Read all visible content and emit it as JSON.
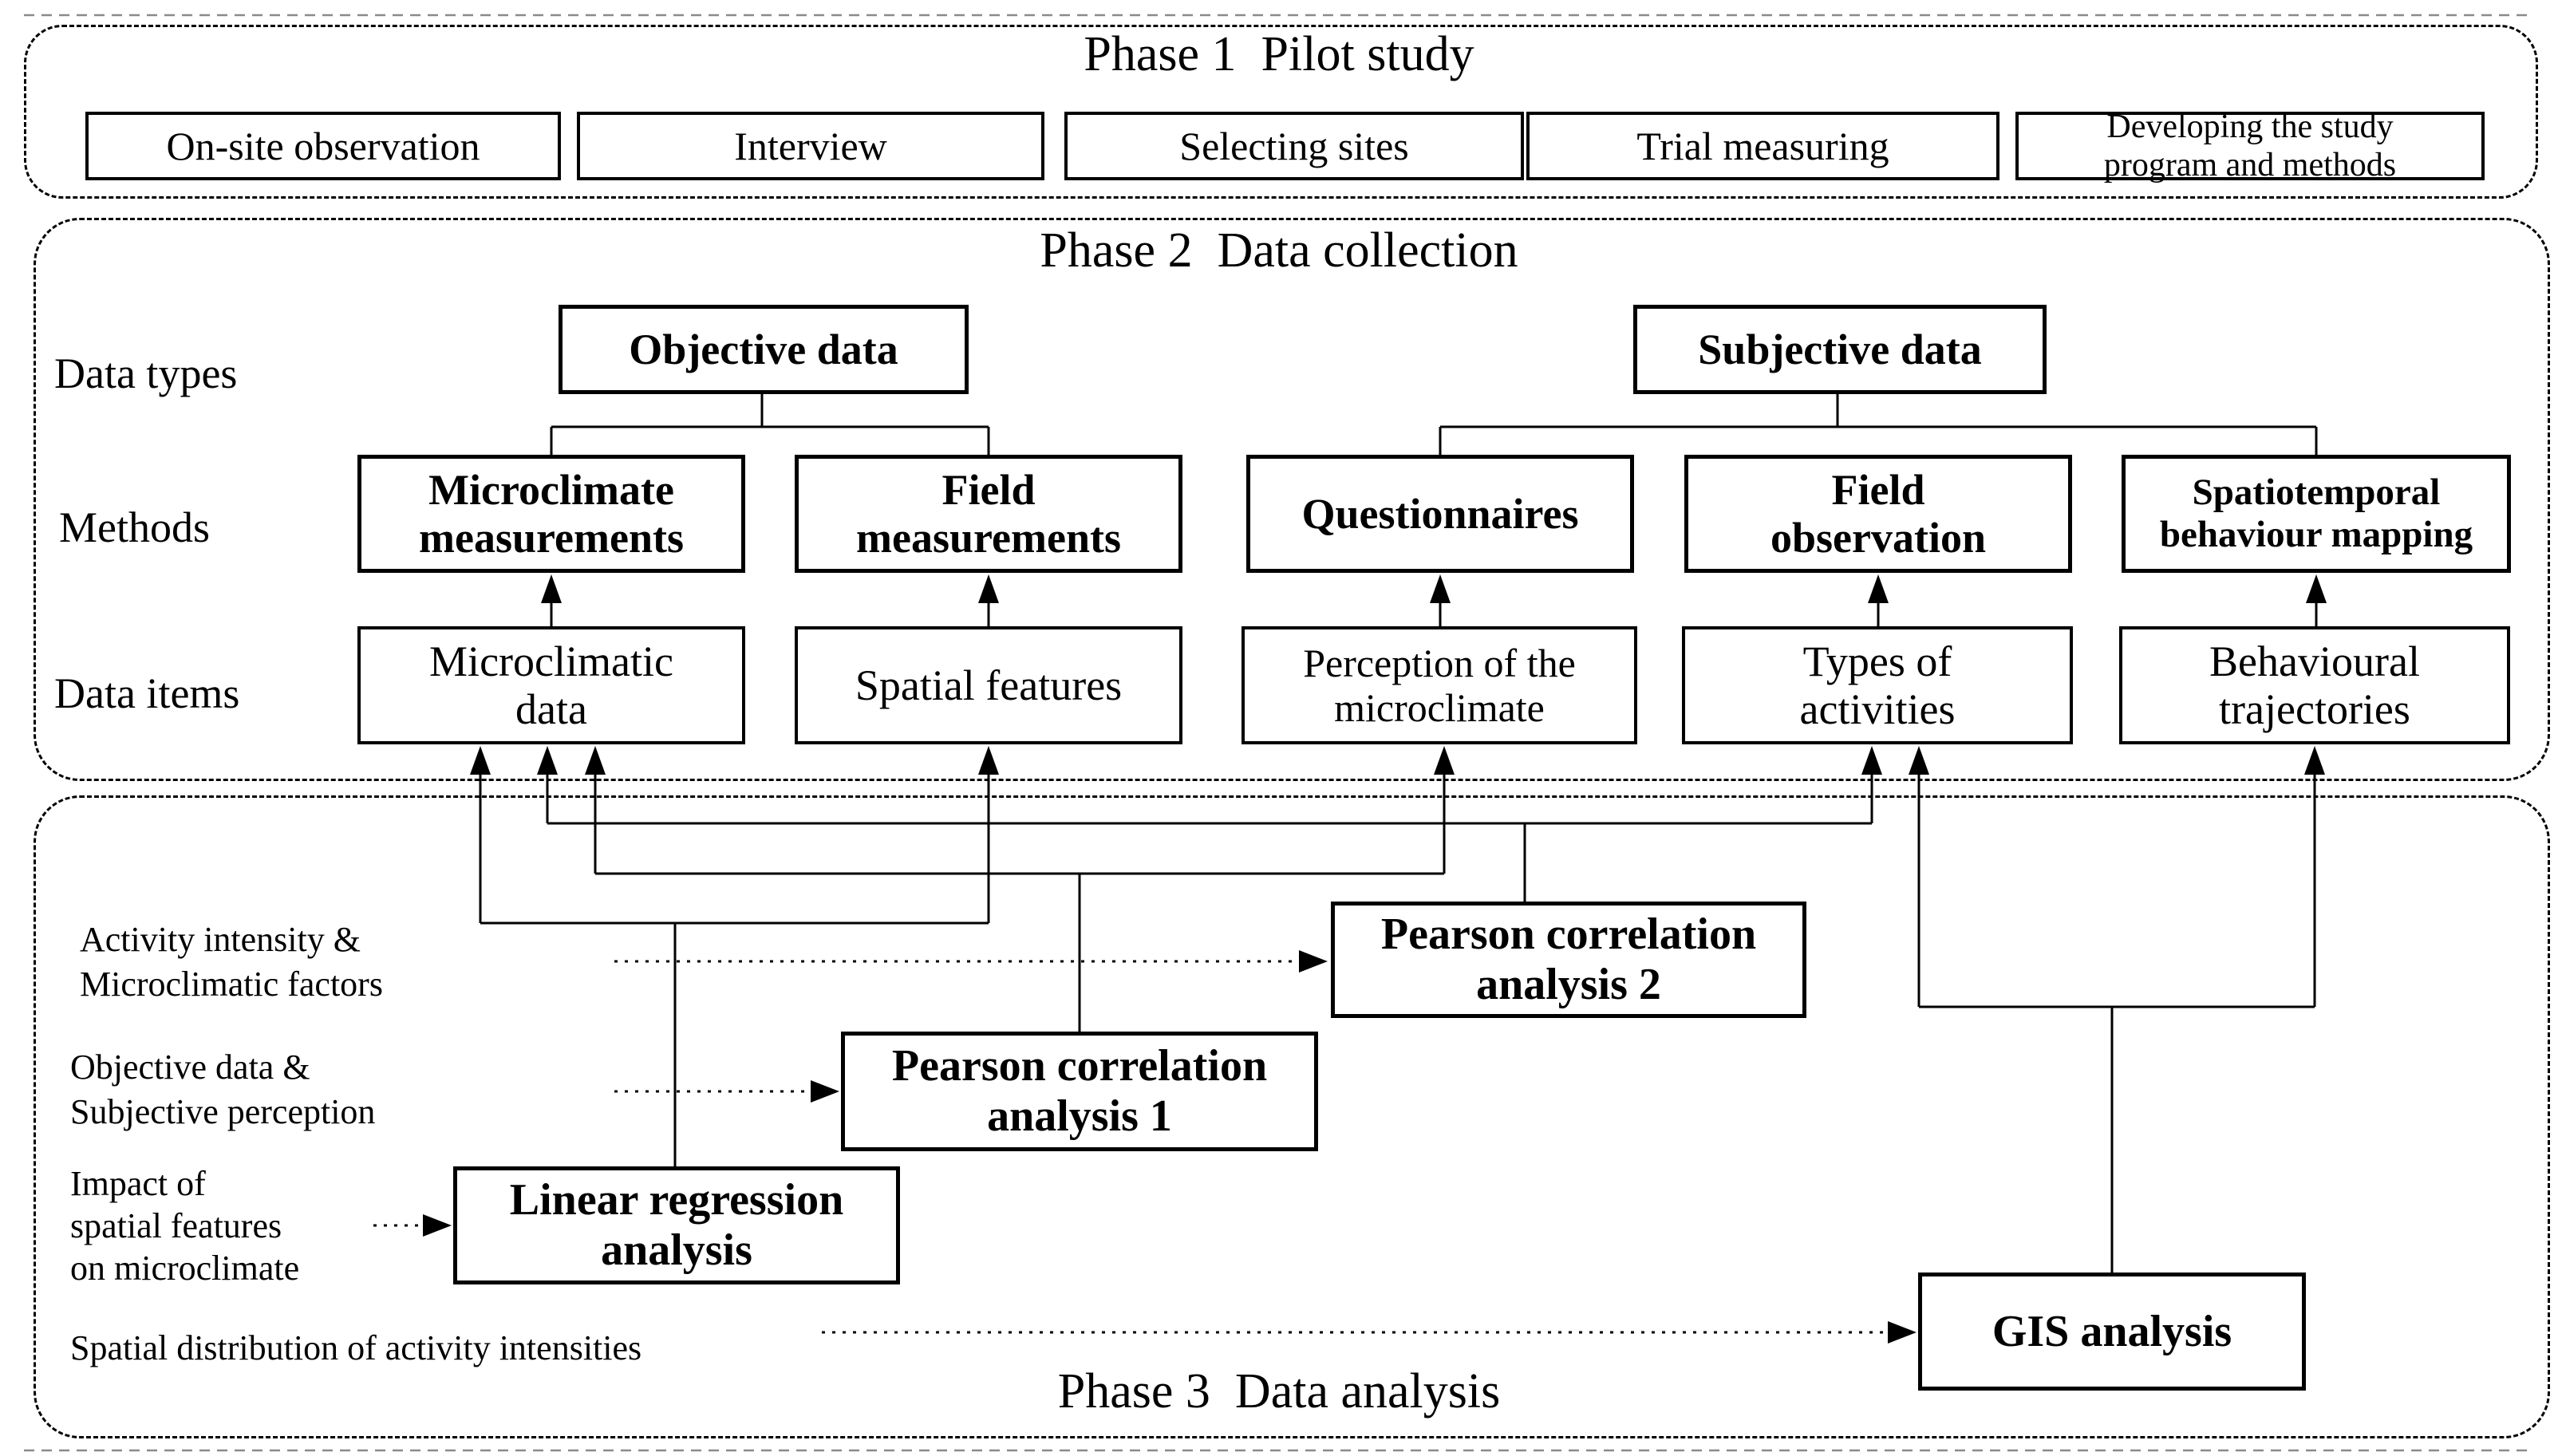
{
  "figure": {
    "phase1": {
      "title": "Phase 1  Pilot study",
      "boxes": [
        "On-site observation",
        "Interview",
        "Selecting sites",
        "Trial measuring",
        "Developing the study\nprogram and methods"
      ]
    },
    "phase2": {
      "title": "Phase 2  Data collection",
      "row_labels": [
        "Data types",
        "Methods",
        "Data items"
      ],
      "data_types": [
        "Objective data",
        "Subjective data"
      ],
      "methods": [
        "Microclimate\nmeasurements",
        "Field\nmeasurements",
        "Questionnaires",
        "Field\nobservation",
        "Spatiotemporal\nbehaviour mapping"
      ],
      "data_items": [
        "Microclimatic\ndata",
        "Spatial features",
        "Perception of the\nmicroclimate",
        "Types of\nactivities",
        "Behavioural\ntrajectories"
      ]
    },
    "phase3": {
      "title": "Phase 3  Data analysis",
      "analyses": [
        "Pearson correlation\nanalysis 2",
        "Pearson correlation\nanalysis 1",
        "Linear regression\nanalysis",
        "GIS analysis"
      ],
      "input_labels": [
        "Activity intensity &\nMicroclimatic factors",
        "Objective data &\nSubjective perception",
        "Impact of\nspatial features\non microclimate",
        "Spatial distribution of activity intensities"
      ]
    },
    "colors": {
      "ink": "#000000",
      "background": "#ffffff"
    }
  }
}
